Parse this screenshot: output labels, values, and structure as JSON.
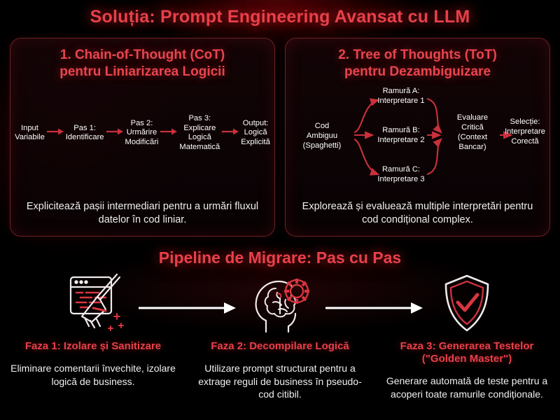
{
  "colors": {
    "background": "#000000",
    "accent_red": "#e8404a",
    "panel_border": "#6b2026",
    "text_white": "#f0eeee",
    "arrow_red": "#c9303c",
    "arrow_white": "#ffffff"
  },
  "header": {
    "title": "Soluția: Prompt Engineering Avansat cu LLM"
  },
  "panels": [
    {
      "title": "1. Chain-of-Thought (CoT)\npentru Liniarizarea Logicii",
      "title_line1": "1. Chain-of-Thought (CoT)",
      "title_line2": "pentru Liniarizarea Logicii",
      "flow": [
        "Input\nVariabile",
        "Pas 1:\nIdentificare",
        "Pas 2:\nUrmărire\nModificări",
        "Pas 3:\nExplicare\nLogică\nMatematică",
        "Output:\nLogică\nExplicită"
      ],
      "caption": "Explicitează pașii intermediari pentru a urmări fluxul datelor în cod liniar."
    },
    {
      "title": "2. Tree of Thoughts (ToT)\npentru Dezambiguizare",
      "title_line1": "2. Tree of Thoughts (ToT)",
      "title_line2": "pentru Dezambiguizare",
      "tree": {
        "root": "Cod\nAmbiguu\n(Spaghetti)",
        "branch_a": "Ramură A:\nInterpretare 1",
        "branch_b": "Ramură B:\nInterpretare 2",
        "branch_c": "Ramură C:\nInterpretare 3",
        "evaluate": "Evaluare\nCritică\n(Context\nBancar)",
        "select": "Selecție:\nInterpretare\nCorectă"
      },
      "caption": "Explorează și evaluează multiple interpretări pentru cod condițional complex."
    }
  ],
  "pipeline": {
    "title": "Pipeline de Migrare: Pas cu Pas",
    "phases": [
      {
        "icon": "code-window-broom-icon",
        "label": "Faza 1: Izolare și Sanitizare",
        "description": "Eliminare comentarii învechite, izolare logică de business."
      },
      {
        "icon": "brain-gear-icon",
        "label": "Faza 2: Decompilare Logică",
        "description": "Utilizare prompt structurat pentru a extrage reguli de business în pseudo-cod citibil."
      },
      {
        "icon": "shield-check-icon",
        "label": "Faza 3: Generarea Testelor (\"Golden Master\")",
        "label_line1": "Faza 3: Generarea Testelor",
        "label_line2": "(\"Golden Master\")",
        "description": "Generare automată de teste pentru a acoperi toate ramurile condiționale."
      }
    ]
  }
}
